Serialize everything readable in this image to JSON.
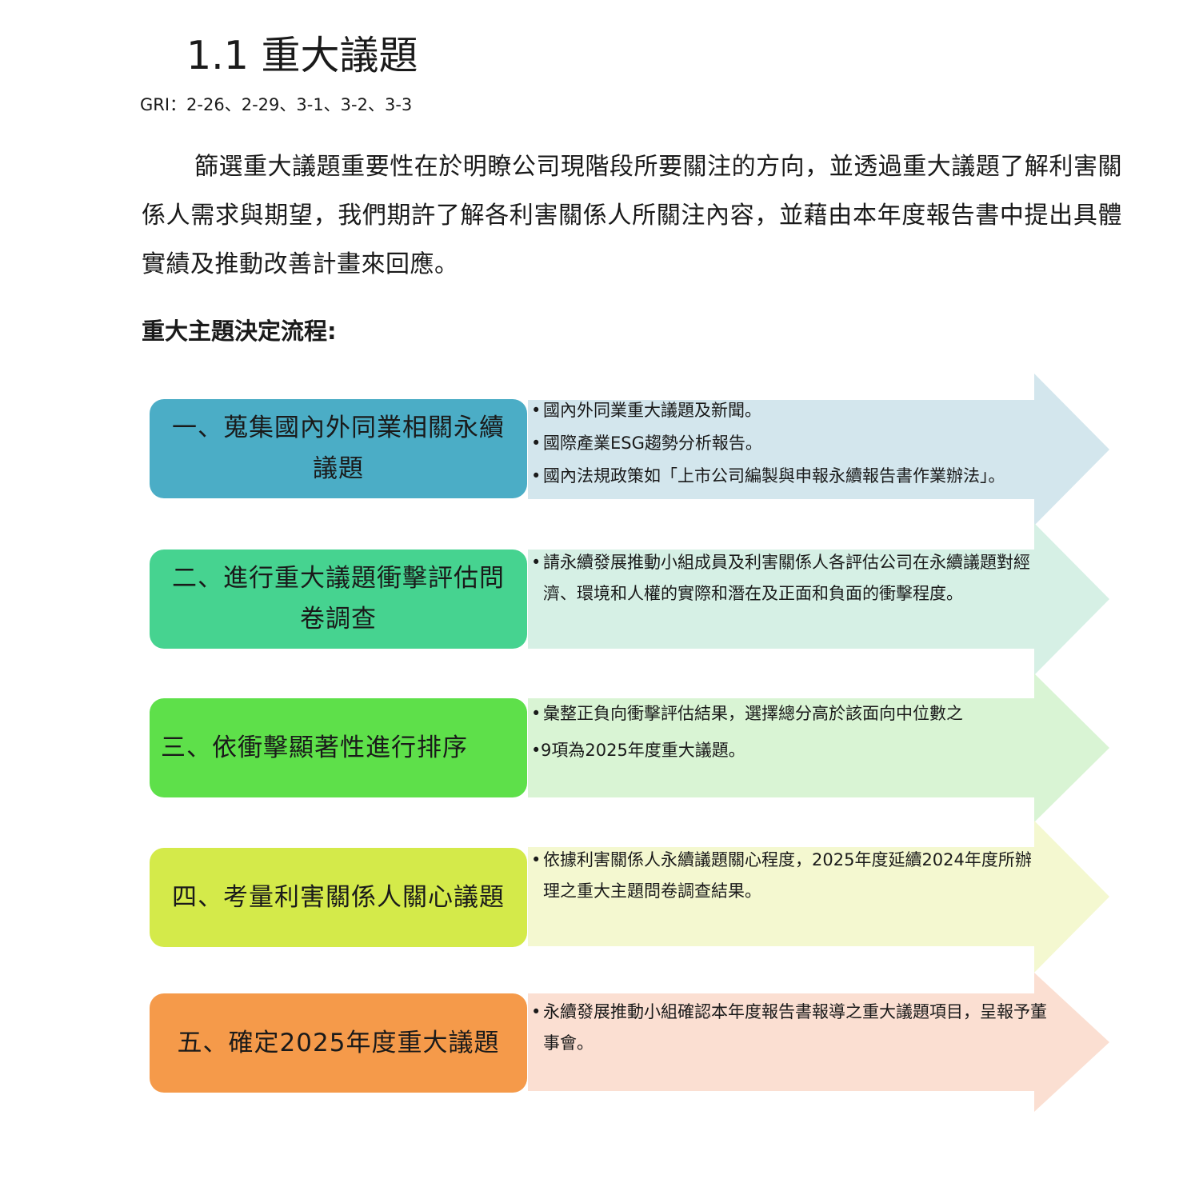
{
  "header": {
    "section_title": "1.1 重大議題",
    "gri": "GRI：2-26、2-29、3-1、3-2、3-3"
  },
  "intro": "篩選重大議題重要性在於明瞭公司現階段所要關注的方向，並透過重大議題了解利害關係人需求與期望，我們期許了解各利害關係人所關注內容，並藉由本年度報告書中提出具體實績及推動改善計畫來回應。",
  "subheading": "重大主題決定流程:",
  "steps": [
    {
      "label_lines": [
        "一、蒐集國內外同業相關永續",
        "議題"
      ],
      "box_color": "#4badc6",
      "arrow_color": "#d3e6ed",
      "bullets": [
        "國內外同業重大議題及新聞。",
        "國際產業ESG趨勢分析報告。",
        "國內法規政策如「上市公司編製與申報永續報告書作業辦法」。"
      ]
    },
    {
      "label_lines": [
        "二、進行重大議題衝擊評估問",
        "卷調查"
      ],
      "box_color": "#46d390",
      "arrow_color": "#d6f0e5",
      "bullets": [
        "請永續發展推動小組成員及利害關係人各評估公司在永續議題對經濟、環境和人權的實際和潛在及正面和負面的衝擊程度。"
      ]
    },
    {
      "label_lines": [
        "三、依衝擊顯著性進行排序"
      ],
      "box_color": "#5ee04a",
      "arrow_color": "#d9f4d4",
      "bullets": [
        "彙整正負向衝擊評估結果，選擇總分高於該面向中位數之",
        "9項為2025年度重大議題。"
      ]
    },
    {
      "label_lines": [
        "四、考量利害關係人關心議題"
      ],
      "box_color": "#d4ea4a",
      "arrow_color": "#f4f8d0",
      "bullets": [
        "依據利害關係人永續議題關心程度，2025年度延續2024年度所辦理之重大主題問卷調查結果。"
      ]
    },
    {
      "label_lines": [
        "五、確定2025年度重大議題"
      ],
      "box_color": "#f59a4a",
      "arrow_color": "#fbdfd2",
      "bullets": [
        "永續發展推動小組確認本年度報告書報導之重大議題項目，呈報予董事會。"
      ]
    }
  ]
}
